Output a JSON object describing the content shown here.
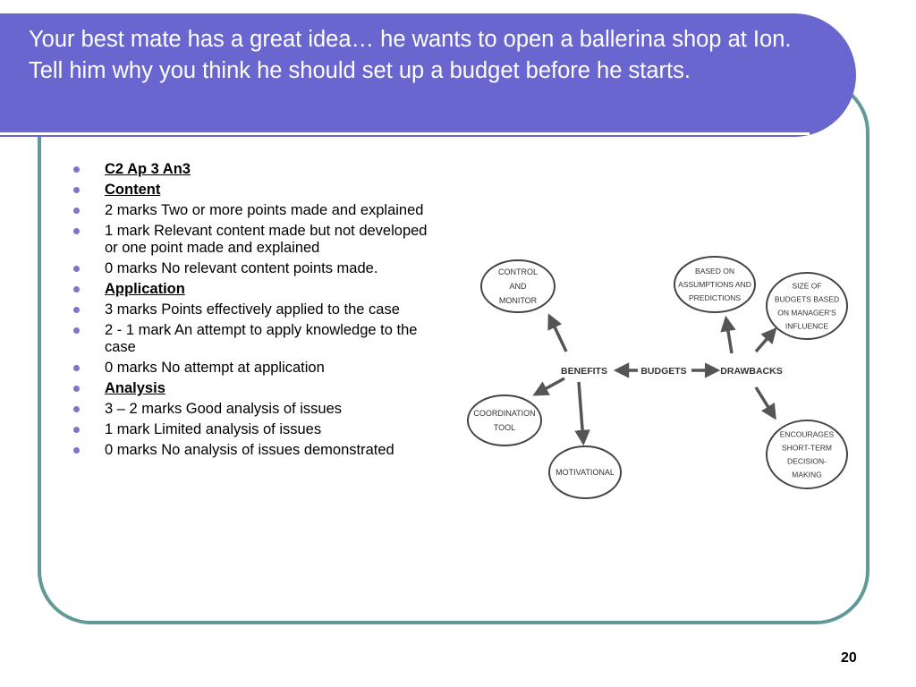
{
  "slide": {
    "title": "Your best mate has a great idea… he wants to open a ballerina shop at Ion. Tell him why you think he should set up a budget before he starts.",
    "page_number": "20"
  },
  "bullets": [
    {
      "text": "C2 Ap 3 An3",
      "heading": true
    },
    {
      "text": "Content",
      "heading": true
    },
    {
      "text": "2 marks Two or more points made and explained",
      "heading": false
    },
    {
      "text": "1 mark Relevant content made but not developed or one point made and explained",
      "heading": false
    },
    {
      "text": "0 marks No relevant content points made.",
      "heading": false
    },
    {
      "text": "Application",
      "heading": true
    },
    {
      "text": "3 marks Points effectively applied to the case",
      "heading": false
    },
    {
      "text": "2 - 1 mark An attempt to apply knowledge to the case",
      "heading": false
    },
    {
      "text": "0 marks No attempt at application",
      "heading": false
    },
    {
      "text": "Analysis",
      "heading": true
    },
    {
      "text": "3 – 2 marks Good analysis of issues",
      "heading": false
    },
    {
      "text": "1 mark Limited analysis of issues",
      "heading": false
    },
    {
      "text": "0 marks No analysis of issues demonstrated",
      "heading": false
    }
  ],
  "diagram": {
    "center": "BUDGETS",
    "benefits_label": "BENEFITS",
    "drawbacks_label": "DRAWBACKS",
    "benefits": [
      [
        "CONTROL",
        "AND",
        "MONITOR"
      ],
      [
        "COORDINATION",
        "TOOL"
      ],
      [
        "MOTIVATIONAL"
      ]
    ],
    "drawbacks": [
      [
        "BASED ON",
        "ASSUMPTIONS AND",
        "PREDICTIONS"
      ],
      [
        "SIZE OF",
        "BUDGETS BASED",
        "ON MANAGER'S",
        "INFLUENCE"
      ],
      [
        "ENCOURAGES",
        "SHORT-TERM",
        "DECISION-",
        "MAKING"
      ]
    ]
  },
  "colors": {
    "title_band": "#6a66cf",
    "frame": "#5f9a98",
    "bullet": "#7a76c8"
  }
}
